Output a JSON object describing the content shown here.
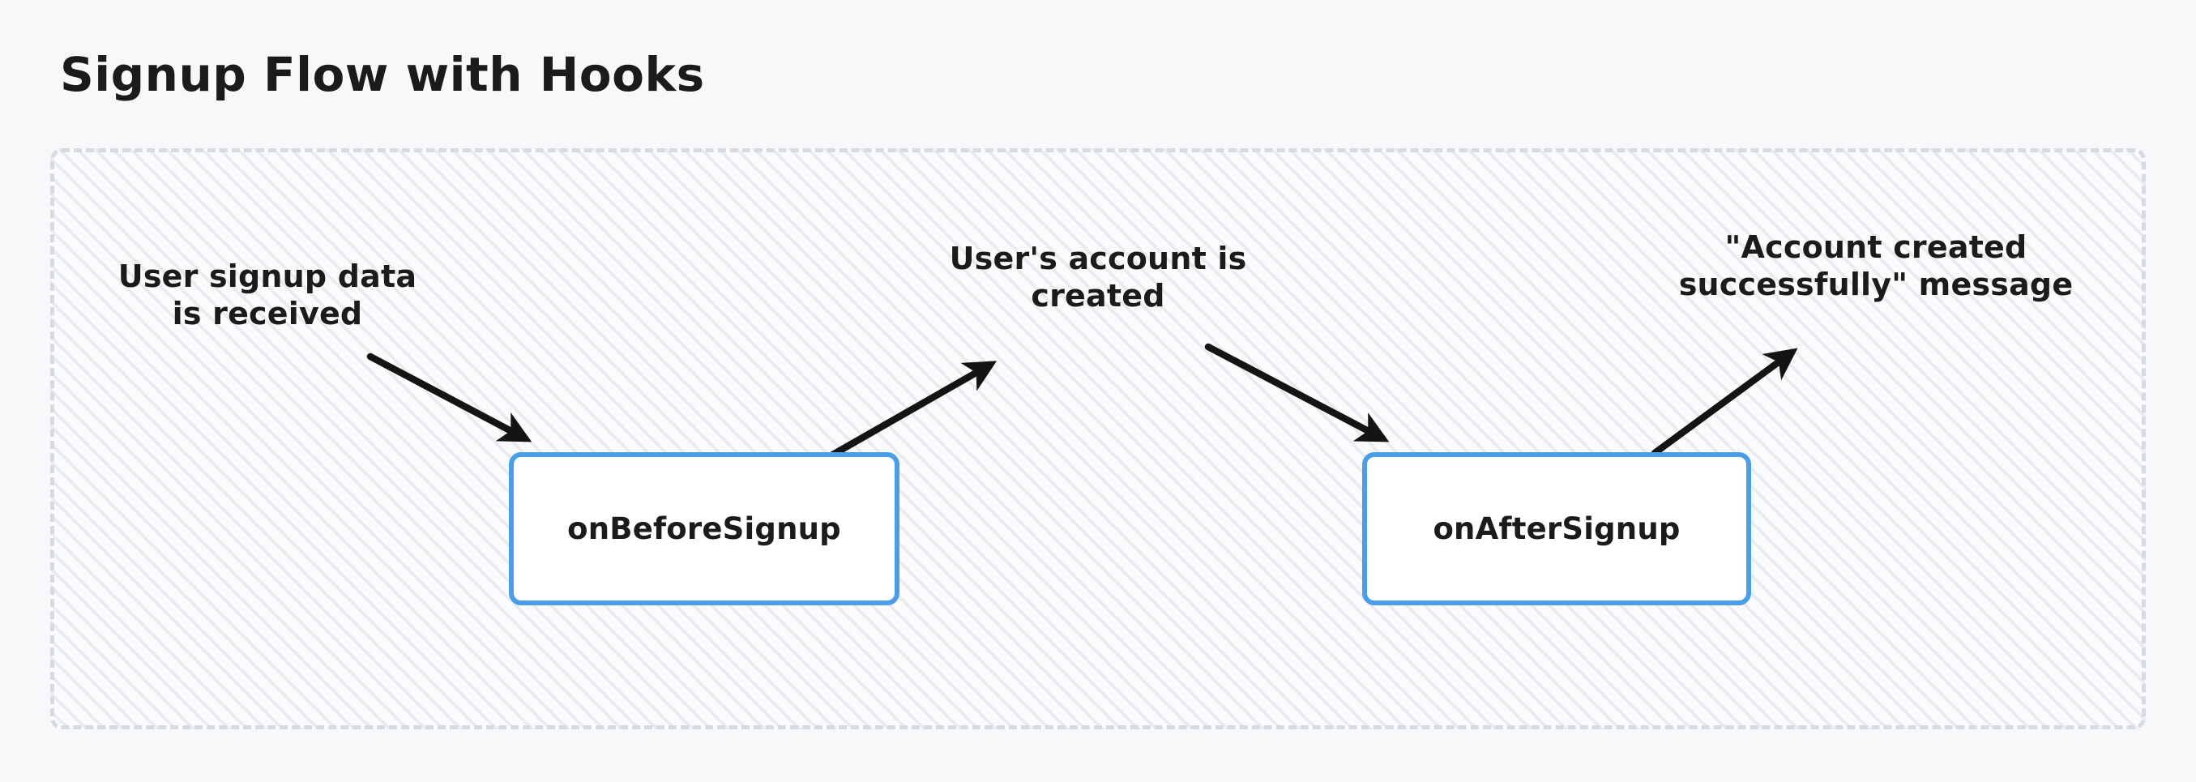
{
  "page": {
    "title": "Signup Flow with Hooks",
    "background_color": "#f7f8fa"
  },
  "container": {
    "name": "flow-container",
    "border_style": "dashed",
    "border_color": "#d7dae1",
    "fill_pattern": "diagonal-hatch",
    "fill_color": "#fafbfc"
  },
  "nodes": [
    {
      "id": "on-before-signup",
      "label": "onBeforeSignup",
      "border_color": "#4a9ee8",
      "fill_color": "#ffffff"
    },
    {
      "id": "on-after-signup",
      "label": "onAfterSignup",
      "border_color": "#4a9ee8",
      "fill_color": "#ffffff"
    }
  ],
  "labels": [
    {
      "id": "signup-data-received",
      "text": "User signup data\nis received",
      "line1": "User signup data",
      "line2": "is received"
    },
    {
      "id": "account-created",
      "text": "User's account is\ncreated",
      "line1": "User's account is",
      "line2": "created"
    },
    {
      "id": "success-message",
      "text": "\"Account created\nsuccessfully\" message",
      "line1": "\"Account created",
      "line2": "successfully\" message"
    }
  ],
  "arrows": [
    {
      "id": "arrow-input-to-before",
      "from": "signup-data-received",
      "to": "on-before-signup",
      "color": "#141414",
      "direction": "down-right"
    },
    {
      "id": "arrow-before-to-account-created",
      "from": "on-before-signup",
      "to": "account-created",
      "color": "#141414",
      "direction": "up-right"
    },
    {
      "id": "arrow-account-created-to-after",
      "from": "account-created",
      "to": "on-after-signup",
      "color": "#141414",
      "direction": "down-right"
    },
    {
      "id": "arrow-after-to-success-message",
      "from": "on-after-signup",
      "to": "success-message",
      "color": "#141414",
      "direction": "up-right"
    }
  ]
}
